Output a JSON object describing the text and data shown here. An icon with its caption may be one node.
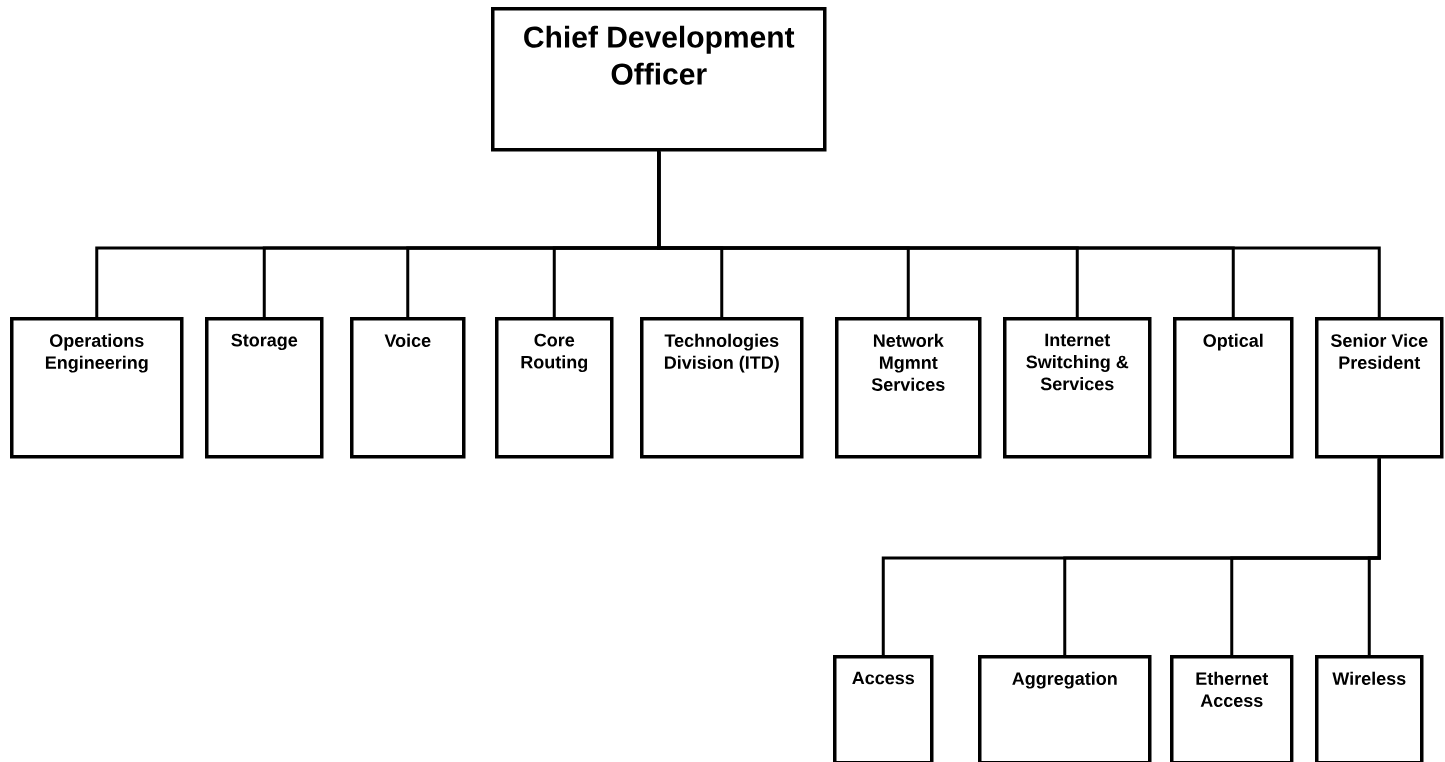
{
  "diagram": {
    "nodes": [
      {
        "text": [
          "Chief Development Officer"
        ]
      },
      {
        "text": [
          "Operations Engineering"
        ]
      },
      {
        "text": [
          "Storage"
        ]
      },
      {
        "text": [
          "Voice"
        ]
      },
      {
        "text": [
          "Core Routing"
        ]
      },
      {
        "text": [
          "Technologies Division (ITD)"
        ]
      },
      {
        "text": [
          "Network Mgmnt Services"
        ]
      },
      {
        "text": [
          "Internet Switching & Services"
        ]
      },
      {
        "text": [
          "Optical"
        ]
      },
      {
        "text": [
          "Senior Vice President"
        ]
      },
      {
        "text": [
          "Access"
        ]
      },
      {
        "text": [
          "Aggregation"
        ]
      },
      {
        "text": [
          "Ethernet Access"
        ]
      },
      {
        "text": [
          "Wireless"
        ]
      }
    ],
    "edges": [
      {
        "from": 0,
        "to": 1,
        "arrow": "none"
      },
      {
        "from": 0,
        "to": 2,
        "arrow": "none"
      },
      {
        "from": 0,
        "to": 3,
        "arrow": "none"
      },
      {
        "from": 0,
        "to": 4,
        "arrow": "none"
      },
      {
        "from": 0,
        "to": 5,
        "arrow": "none"
      },
      {
        "from": 0,
        "to": 6,
        "arrow": "none"
      },
      {
        "from": 0,
        "to": 7,
        "arrow": "none"
      },
      {
        "from": 0,
        "to": 8,
        "arrow": "none"
      },
      {
        "from": 0,
        "to": 9,
        "arrow": "none"
      },
      {
        "from": 9,
        "to": 10,
        "arrow": "none"
      },
      {
        "from": 9,
        "to": 11,
        "arrow": "none"
      },
      {
        "from": 9,
        "to": 12,
        "arrow": "none"
      },
      {
        "from": 9,
        "to": 13,
        "arrow": "none"
      }
    ]
  }
}
